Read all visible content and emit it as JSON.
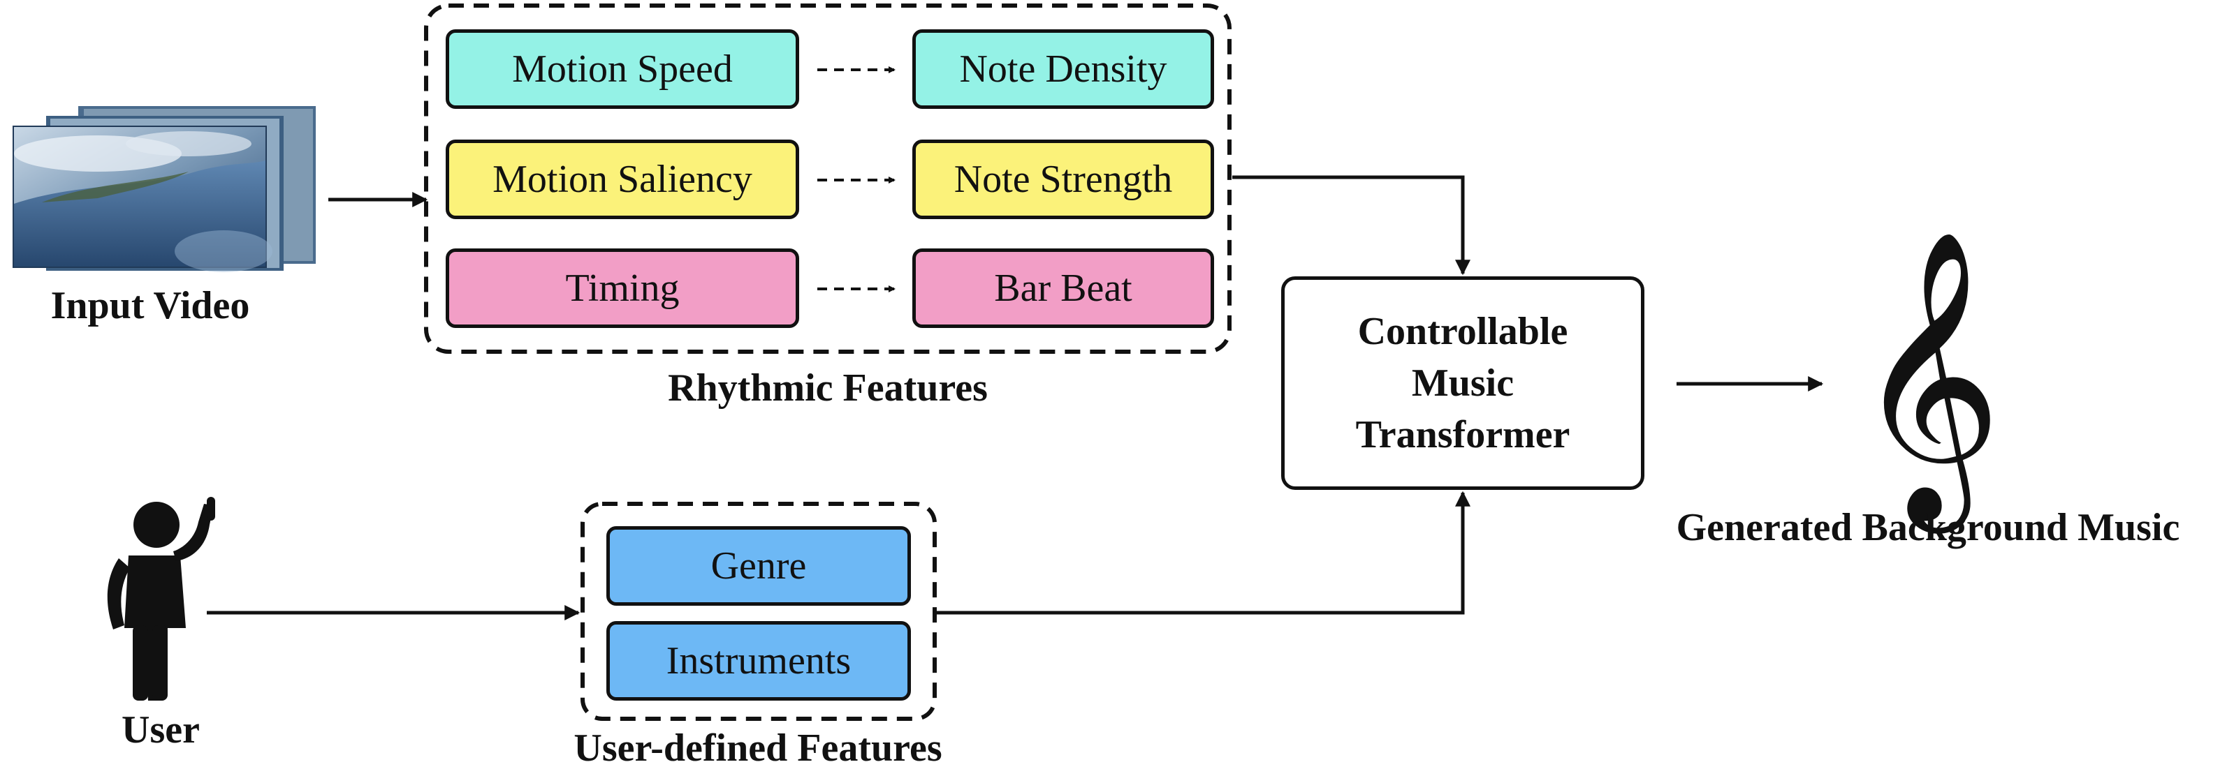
{
  "colors": {
    "cyan": "#94f2e6",
    "yellow": "#fbf27a",
    "pink": "#f29ec6",
    "blue": "#6db8f5",
    "stroke": "#111111"
  },
  "input_video": {
    "label": "Input Video",
    "icon": "video-frames-icon"
  },
  "rhythmic": {
    "group_label": "Rhythmic Features",
    "rows": [
      {
        "source": "Motion Speed",
        "target": "Note Density",
        "color": "#94f2e6"
      },
      {
        "source": "Motion Saliency",
        "target": "Note Strength",
        "color": "#fbf27a"
      },
      {
        "source": "Timing",
        "target": "Bar Beat",
        "color": "#f29ec6"
      }
    ]
  },
  "user": {
    "label": "User",
    "icon": "person-icon"
  },
  "user_defined": {
    "group_label": "User-defined Features",
    "items": [
      "Genre",
      "Instruments"
    ]
  },
  "transformer": {
    "lines": [
      "Controllable",
      "Music",
      "Transformer"
    ]
  },
  "output": {
    "label": "Generated Background Music",
    "icon": "treble-clef-icon"
  }
}
